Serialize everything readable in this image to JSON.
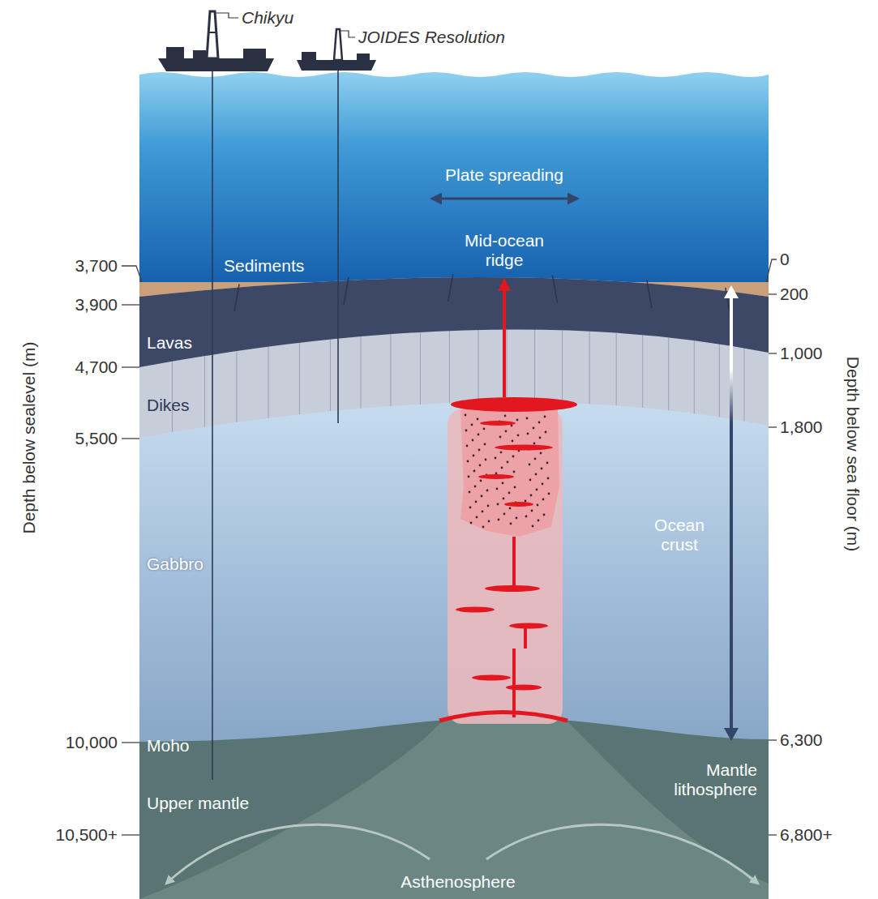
{
  "diagram": {
    "labels": [
      "Chikyu",
      "JOIDES Resolution",
      "Plate spreading",
      "Mid-ocean ridge",
      "3,700",
      "Sediments",
      "0",
      "3,900",
      "200",
      "Lavas",
      "4,700",
      "1,000",
      "Dikes",
      "5,500",
      "1,800",
      "Depth below sealevel (m)",
      "Depth below sea floor (m)",
      "Ocean crust",
      "Gabbro",
      "10,000",
      "Moho",
      "6,300",
      "Mantle lithosphere",
      "10,500+",
      "Upper mantle",
      "6,800+",
      "Asthenosphere"
    ]
  }
}
